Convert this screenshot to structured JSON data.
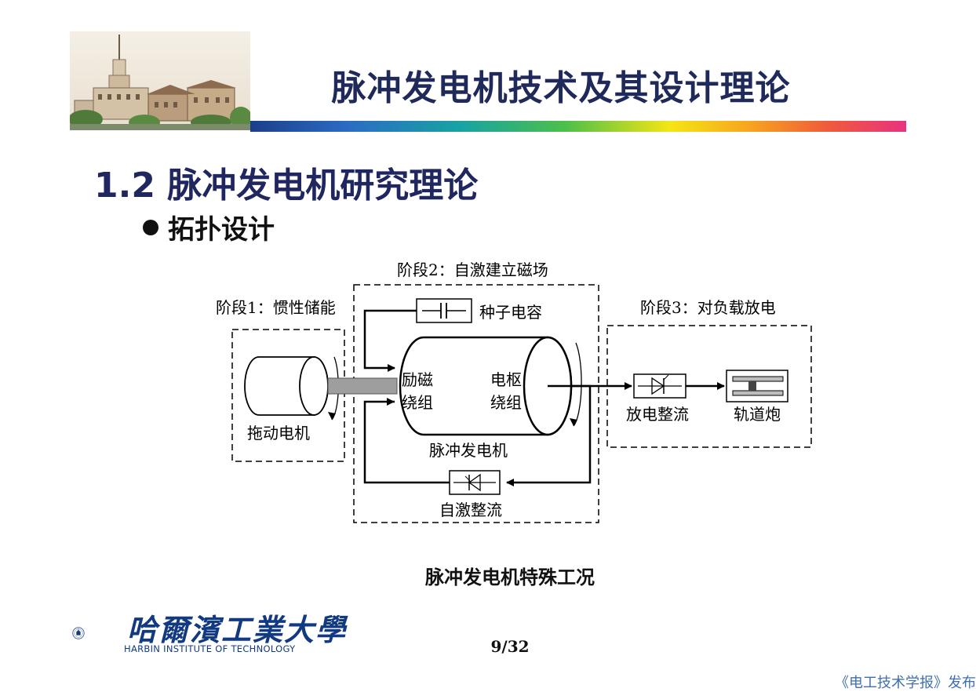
{
  "header": {
    "title": "脉冲发电机技术及其设计理论"
  },
  "section": {
    "title": "1.2 脉冲发电机研究理论",
    "bullet": "拓扑设计"
  },
  "diagram": {
    "stage1_label": "阶段1：惯性储能",
    "stage2_label": "阶段2：自激建立磁场",
    "stage3_label": "阶段3：对负载放电",
    "seed_capacitor": "种子电容",
    "drive_motor": "拖动电机",
    "field_winding_line1": "励磁",
    "field_winding_line2": "绕组",
    "armature_winding_line1": "电枢",
    "armature_winding_line2": "绕组",
    "pulse_generator": "脉冲发电机",
    "self_excited_rectifier": "自激整流",
    "discharge_rectifier": "放电整流",
    "railgun": "轨道炮"
  },
  "caption": "脉冲发电机特殊工况",
  "page_number": "9/32",
  "footer": {
    "university_cn": "哈爾濱工業大學",
    "university_en": "HARBIN INSTITUTE OF TECHNOLOGY",
    "publisher": "《电工技术学报》发布"
  }
}
